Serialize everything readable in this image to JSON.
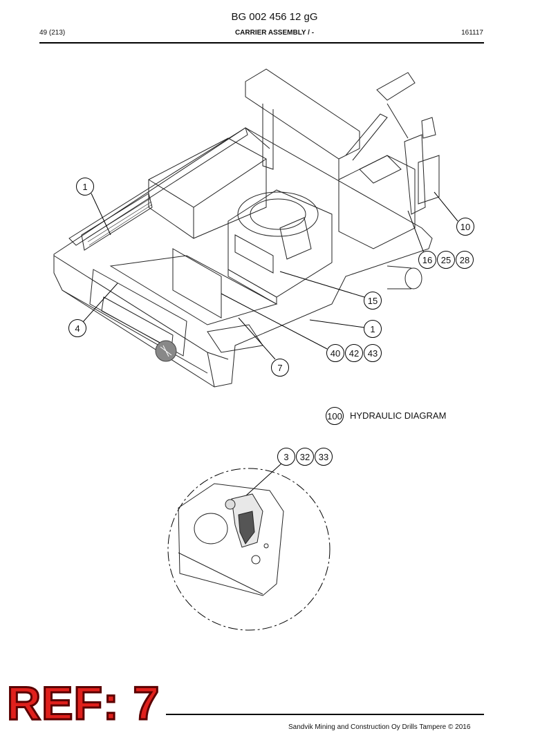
{
  "header": {
    "doc_number": "BG 002 456 12 gG",
    "page": "49 (213)",
    "section": "CARRIER ASSEMBLY / -",
    "date": "161117"
  },
  "callouts": {
    "c1_left": "1",
    "c10": "10",
    "c16": "16",
    "c25": "25",
    "c28": "28",
    "c15": "15",
    "c4": "4",
    "c1_right": "1",
    "c40": "40",
    "c42": "42",
    "c43": "43",
    "c7": "7",
    "c100": "100",
    "c3": "3",
    "c32": "32",
    "c33": "33"
  },
  "hydraulic_label": "HYDRAULIC DIAGRAM",
  "stamp": "REF: 7",
  "footer": "Sandvik Mining and Construction Oy Drills Tampere © 2016"
}
